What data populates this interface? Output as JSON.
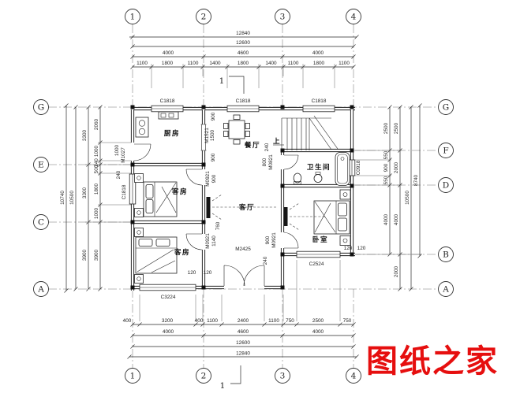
{
  "drawing": {
    "logo": {
      "text": "图纸之家",
      "color": "#e60f0f"
    },
    "grid": {
      "cols": [
        "1",
        "2",
        "3",
        "4"
      ],
      "rows_left": [
        "G",
        "E",
        "C",
        "A"
      ],
      "rows_right": [
        "G",
        "F",
        "D",
        "B",
        "A"
      ]
    },
    "dims": {
      "total_outer": "12840",
      "total_inner": "12600",
      "top_bays": [
        "4000",
        "4600",
        "4000"
      ],
      "top_fine": [
        "1100",
        "1800",
        "1100",
        "1400",
        "1800",
        "1400",
        "1100",
        "1800",
        "1100"
      ],
      "bottom_fine": [
        "400",
        "3200",
        "400",
        "1100",
        "2400",
        "1100",
        "750",
        "2500",
        "750"
      ],
      "bottom_bays": [
        "4000",
        "4600",
        "4000"
      ],
      "left_outer": "10740",
      "left_inner": "10500",
      "left_bays": [
        "3300",
        "3300",
        "3900"
      ],
      "left_fine": [
        "2060",
        "1000",
        "240",
        "500",
        "1800",
        "1000",
        "3900"
      ],
      "right_outer": "10500",
      "right_mid": "8740",
      "right_bays": [
        "2500",
        "2000",
        "4000",
        "2000"
      ],
      "right_fine": [
        "2500",
        "550",
        "900",
        "550",
        "4000"
      ],
      "d900": "900",
      "d1500": "1500",
      "d1140": "1140",
      "d760": "760",
      "d800": "800",
      "d240": "240",
      "d1000": "1000",
      "d120": "120"
    },
    "rooms": {
      "kitchen": "厨房",
      "dining": "餐厅",
      "living": "客厅",
      "bath": "卫生间",
      "bedroom": "卧室",
      "guest_a": "客房",
      "guest_b": "客房"
    },
    "openings": {
      "c1818": "C1818",
      "c0918": "C0918",
      "c2524": "C2524",
      "c3224": "C3224",
      "m1027": "M1027",
      "m1521": "M1521",
      "m0921": "M0921",
      "m0821": "M0821",
      "m2425": "M2425"
    },
    "annotations": {
      "up": "上",
      "section": "1"
    }
  }
}
